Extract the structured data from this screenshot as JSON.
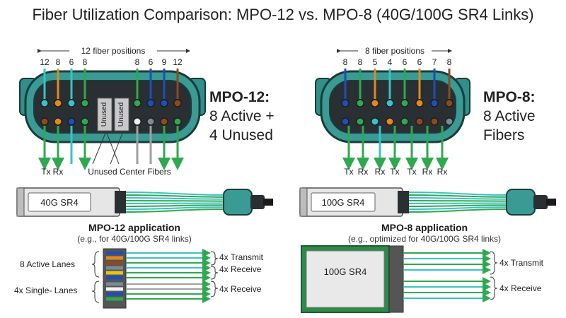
{
  "title": "Fiber Utilization Comparison: MPO-12 vs. MPO-8 (40G/100G SR4 Links)",
  "colors": {
    "connector": "#2f8f8a",
    "connector_outline": "#1b3b3b",
    "fiber_green": "#2fa84f",
    "transmit_green": "#34b05a",
    "receive_green": "#3aa86a",
    "gray": "#a0a0a0",
    "port_fill": "#2a2f33",
    "transceiver_body": "#e6e6e6"
  },
  "fiber_colors": {
    "blue": "#1f4fb3",
    "orange": "#e08a1e",
    "green": "#2fa84f",
    "brown": "#8b4a1e",
    "slate": "#7a8a96",
    "white": "#f2f2f2",
    "red": "#cc2b2b",
    "black": "#1a1a1a",
    "yellow": "#e8c21e",
    "violet": "#7a3fa8",
    "rose": "#e57aa0",
    "aqua": "#39c3c3"
  },
  "mpo12": {
    "heading_line1": "MPO-12:",
    "heading_line2": "8 Active +",
    "heading_line3": "4 Unused",
    "positions_label": "12 fiber positions",
    "top_numbers": [
      "12",
      "8",
      "6",
      "8",
      "8",
      "6",
      "9",
      "12"
    ],
    "tx_label": "Tx",
    "rx_label": "Rx",
    "unused_left": "Unused",
    "unused_right": "Unused",
    "unused_center_label": "Unused Center Fibers",
    "transceiver_label": "40G SR4",
    "app_title": "MPO-12 application",
    "app_subtitle": "(e.g., for 40G/100G SR4 links)",
    "left_labels": [
      "8 Active Lanes",
      "4x Single- Lanes"
    ],
    "right_labels": [
      "4x Transmit",
      "4x Receive",
      "4x Receive"
    ]
  },
  "mpo8": {
    "heading_line1": "MPO-8:",
    "heading_line2": "8 Active",
    "heading_line3": "Fibers",
    "positions_label": "8 fiber positions",
    "top_numbers": [
      "8",
      "8",
      "5",
      "4",
      "6",
      "6",
      "7",
      "8"
    ],
    "bottom_labels": [
      "Tx",
      "Rx",
      "Rx",
      "Tx",
      "Tx",
      "Rx",
      "Rx"
    ],
    "transceiver_label": "100G SR4",
    "app_title": "MPO-8 application",
    "app_subtitle": "(e.g., optimized for 40G/100G SR4 links)",
    "module_label": "100G SR4",
    "right_labels": [
      "4x Transmit",
      "4x Receive"
    ]
  }
}
